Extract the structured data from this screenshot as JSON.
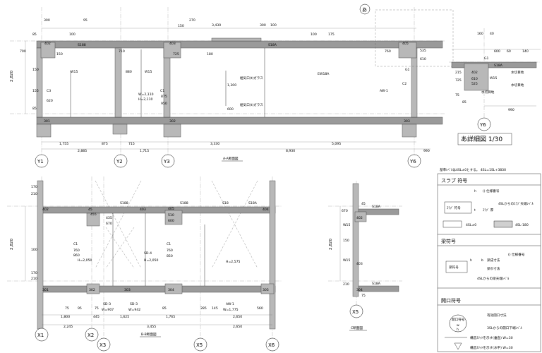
{
  "views": {
    "section_a": {
      "caption": "A-A断面図",
      "top_dims": [
        "300",
        "100",
        "3,430",
        "300",
        "100",
        "95",
        "270",
        "150",
        "100",
        "175"
      ],
      "left_dims": [
        "700",
        "2,820",
        "85",
        "150",
        "155",
        "85"
      ],
      "mid_dims": [
        "1,755",
        "875",
        "715",
        "3,330",
        "5,095"
      ],
      "bottom_dims": [
        "2,885",
        "1,715",
        "8,930",
        "990"
      ],
      "labels": [
        "S188",
        "S18A",
        "W15",
        "EW18A",
        "C1",
        "AW-1",
        "G1",
        "C3",
        "C2",
        "W15",
        "W=2,110",
        "H=2,110",
        "402",
        "403",
        "405",
        "301",
        "302",
        "303",
        "880",
        "875",
        "950",
        "1,300",
        "600",
        "620",
        "610",
        "535",
        "710",
        "760",
        "725",
        "150",
        "180"
      ],
      "notes": [
        "給気口(t)ガラス",
        "給気口(t)ガラス"
      ],
      "marker": "あ",
      "axes": [
        "Y1",
        "Y2",
        "Y3",
        "Y6"
      ]
    },
    "detail": {
      "title": "あ詳細図 1/30",
      "dims": [
        "160",
        "40",
        "60",
        "140",
        "600",
        "215",
        "725",
        "525",
        "402",
        "610",
        "990",
        "75",
        "85"
      ],
      "labels": [
        "G1",
        "S18A",
        "W15"
      ],
      "notes": [
        "水切目地",
        "水切目地",
        "水切目地"
      ],
      "axis": "Y6"
    },
    "section_b": {
      "caption": "B-B断面図",
      "top_dims": [
        "170",
        "210",
        "45",
        "405",
        "510",
        "600",
        "435",
        "670"
      ],
      "left_dims": [
        "2,820",
        "100",
        "170",
        "210"
      ],
      "labels": [
        "S188",
        "S188",
        "S18",
        "S18A",
        "C1",
        "C1",
        "SD-3",
        "SD-3",
        "AW-1",
        "SD-4",
        "W=907",
        "W=942",
        "W=1,775",
        "H=2,050",
        "H=2,050",
        "H=2,575",
        "760",
        "760",
        "850",
        "860",
        "455",
        "301",
        "302",
        "303",
        "304",
        "305",
        "402",
        "403",
        "404"
      ],
      "dims_1": [
        "1,800",
        "445",
        "1,625",
        "1,765",
        "2,650"
      ],
      "dims_2": [
        "2,245",
        "3,455",
        "2,650"
      ],
      "small_dims": [
        "75",
        "95",
        "75",
        "85",
        "285",
        "145",
        "560"
      ],
      "axes": [
        "X1",
        "X2",
        "X3",
        "X5",
        "X6"
      ]
    },
    "section_c": {
      "caption": "C断面図",
      "labels": [
        "S18A",
        "S18A",
        "W15",
        "W15",
        "402",
        "403",
        "304"
      ],
      "dims": [
        "670",
        "2,820",
        "150",
        "45",
        "75",
        "210"
      ],
      "axis": "X5"
    }
  },
  "legend": {
    "header_note": "基準ﾚﾍﾞﾙは4SL±0とする。 4SL=1SL+3830",
    "slab": {
      "title": "スラブ 符号",
      "box_label": "ｽﾗﾌﾞ 符号",
      "h_label": "h",
      "t_label": "t",
      "item_1": "() 仕様番号",
      "item_2": "ｽﾗﾌﾞ 厚",
      "item_3": "4SLからのｽﾗﾌﾞ天端ﾚﾍﾞﾙ",
      "swatch_a": "4SL±0",
      "swatch_b": "4SL-180"
    },
    "beam": {
      "title": "梁符号",
      "box_label": "梁符号",
      "h_label": "h",
      "b_label": "b",
      "item_1": "() 仕様番号",
      "item_2": "梁成寸法",
      "item_3": "梁巾寸法",
      "item_4": "4SLからの梁天端ﾚﾍﾞﾙ"
    },
    "opening": {
      "title": "開口符号",
      "box_label": "開口符号",
      "w_label": "w",
      "h_label": "h",
      "item_1": "有効開口寸法",
      "item_2": "3SLからの開口下端ﾚﾍﾞﾙ",
      "item_3": "構造ｽﾘｯﾄを示す(垂直) W=30",
      "item_4": "構造ｽﾘｯﾄを示す(水平) W=30"
    }
  }
}
